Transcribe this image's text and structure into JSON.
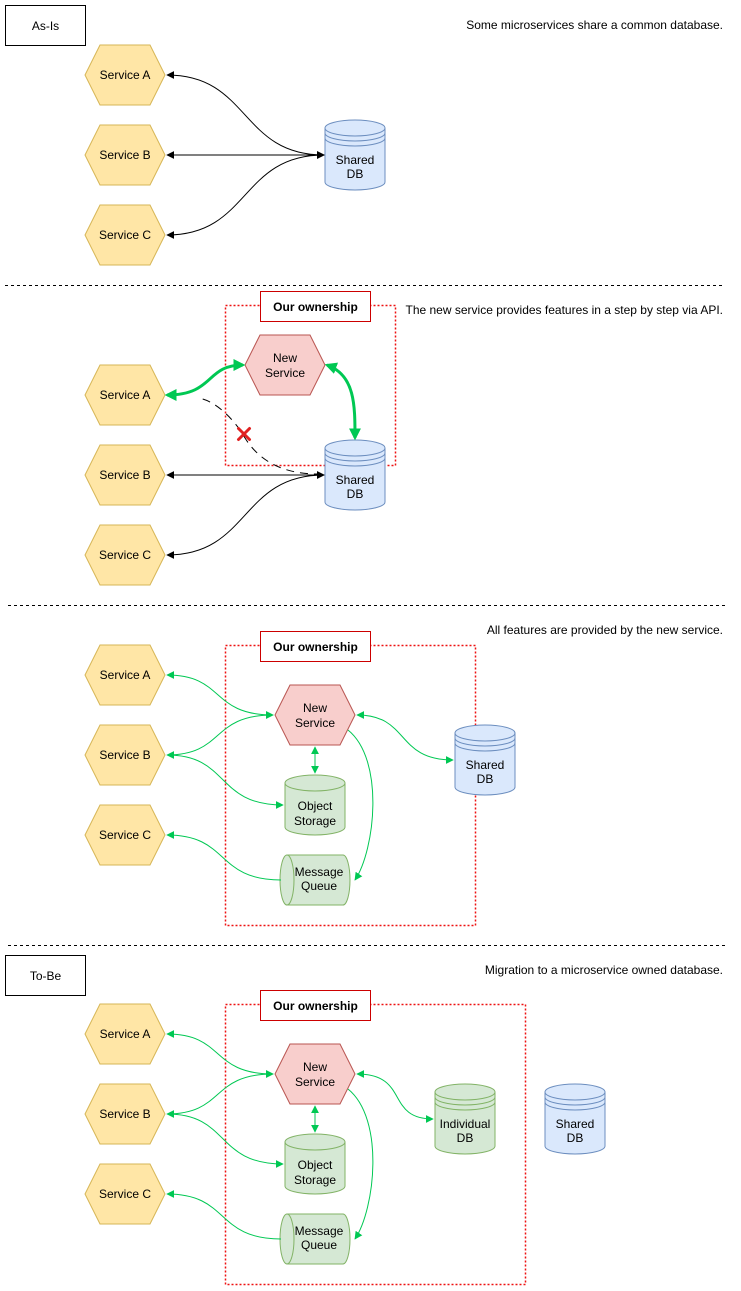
{
  "sections": [
    {
      "tag": "As-Is",
      "caption": "Some microservices share a common database.",
      "services": [
        "Service A",
        "Service B",
        "Service C"
      ],
      "shared_db": [
        "Shared",
        "DB"
      ]
    },
    {
      "caption": "The new service provides features in a step by step via API.",
      "ownership_label": "Our ownership",
      "services": [
        "Service A",
        "Service B",
        "Service C"
      ],
      "new_service": [
        "New",
        "Service"
      ],
      "shared_db": [
        "Shared",
        "DB"
      ]
    },
    {
      "caption": "All features are provided by the new service.",
      "ownership_label": "Our ownership",
      "services": [
        "Service A",
        "Service B",
        "Service C"
      ],
      "new_service": [
        "New",
        "Service"
      ],
      "object_storage": [
        "Object",
        "Storage"
      ],
      "message_queue": [
        "Message",
        "Queue"
      ],
      "shared_db": [
        "Shared",
        "DB"
      ]
    },
    {
      "tag": "To-Be",
      "caption": "Migration to a microservice owned database.",
      "ownership_label": "Our ownership",
      "services": [
        "Service A",
        "Service B",
        "Service C"
      ],
      "new_service": [
        "New",
        "Service"
      ],
      "object_storage": [
        "Object",
        "Storage"
      ],
      "message_queue": [
        "Message",
        "Queue"
      ],
      "individual_db": [
        "Individual",
        "DB"
      ],
      "shared_db": [
        "Shared",
        "DB"
      ]
    }
  ],
  "colors": {
    "service_fill": "#ffe6a6",
    "service_stroke": "#d6b656",
    "new_service_fill": "#f8cecc",
    "new_service_stroke": "#b85450",
    "db_fill": "#dae8fc",
    "db_stroke": "#6c8ebf",
    "storage_fill": "#d5e8d4",
    "storage_stroke": "#82b366",
    "green_arrow": "#00c853",
    "ownership_border": "#ee1111",
    "cross": "#e02020"
  }
}
